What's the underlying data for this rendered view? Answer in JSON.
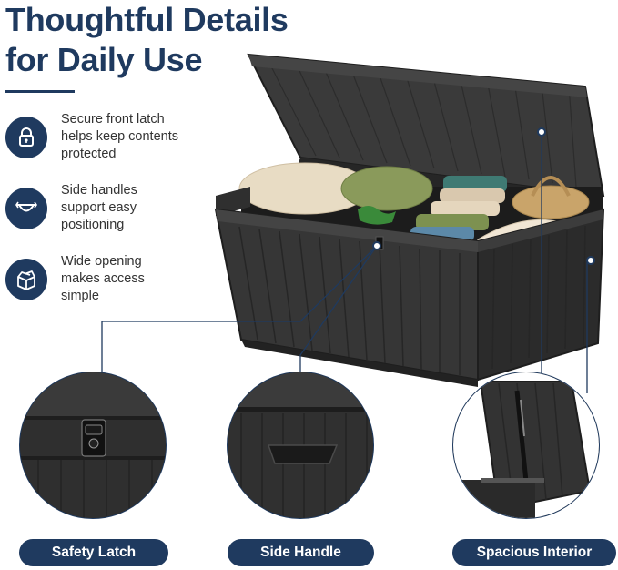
{
  "header": {
    "title_line1": "Thoughtful Details",
    "title_line2": "for Daily Use"
  },
  "features": [
    {
      "icon": "lock-icon",
      "lines": [
        "Secure front latch",
        "helps keep contents",
        "protected"
      ]
    },
    {
      "icon": "handle-icon",
      "lines": [
        "Side handles",
        "support easy",
        "positioning"
      ]
    },
    {
      "icon": "open-box-icon",
      "lines": [
        "Wide opening",
        "makes access",
        "simple"
      ]
    }
  ],
  "callouts": [
    {
      "label": "Safety Latch"
    },
    {
      "label": "Side Handle"
    },
    {
      "label": "Spacious Interior"
    }
  ],
  "colors": {
    "accent": "#1f3a5f",
    "product": "#2e2e2e",
    "text": "#333333"
  }
}
